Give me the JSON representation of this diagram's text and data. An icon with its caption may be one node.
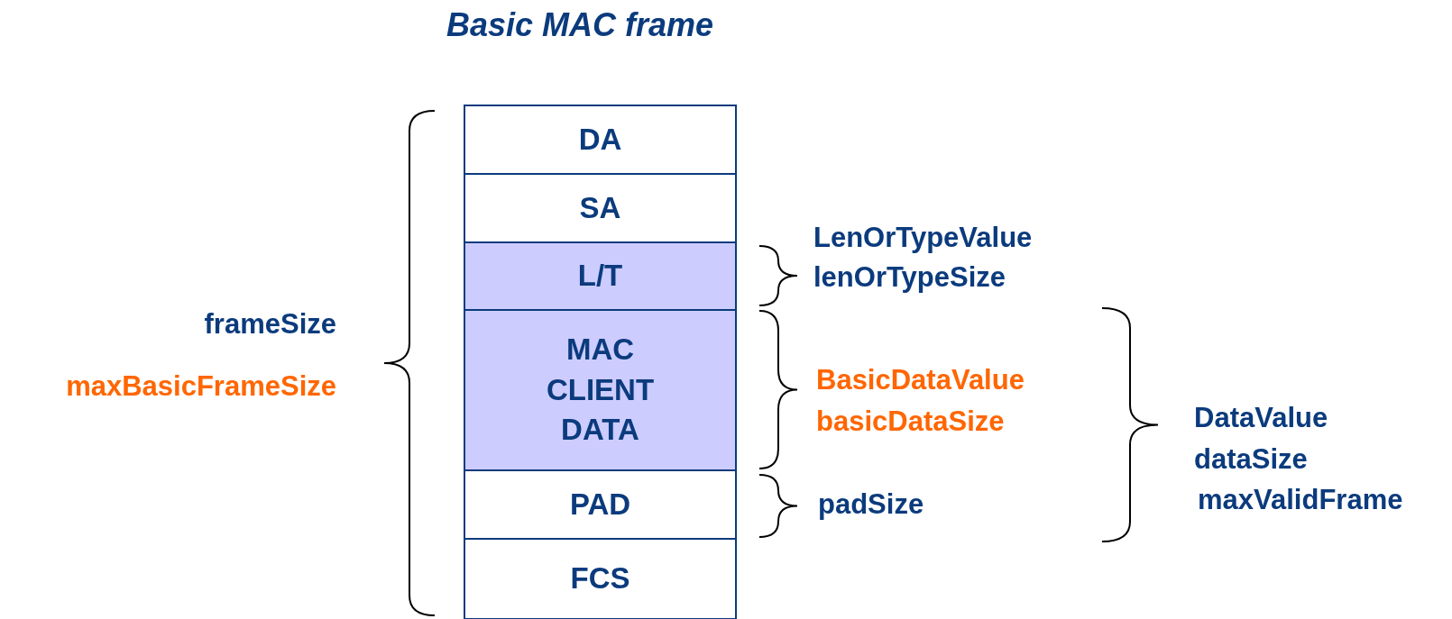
{
  "diagram": {
    "title": "Basic MAC frame",
    "nodes": [
      {
        "text": [
          "DA"
        ]
      },
      {
        "text": [
          "SA"
        ]
      },
      {
        "text": [
          "L/T"
        ]
      },
      {
        "text": [
          "MAC CLIENT DATA"
        ]
      },
      {
        "text": [
          "PAD"
        ]
      },
      {
        "text": [
          "FCS"
        ]
      }
    ],
    "labels": [
      "frameSize",
      "maxBasicFrameSize",
      "LenOrTypeValue",
      "lenOrTypeSize",
      "BasicDataValue",
      "basicDataSize",
      "padSize",
      "DataValue",
      "dataSize",
      "maxValidFrame"
    ]
  }
}
